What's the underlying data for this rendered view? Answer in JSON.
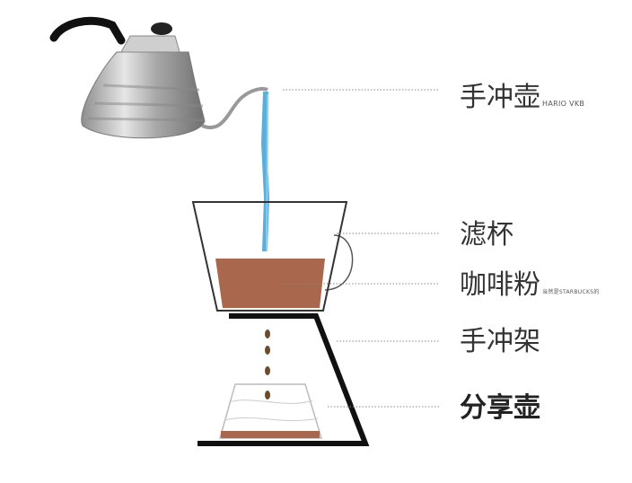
{
  "labels": {
    "kettle": {
      "text": "手冲壶",
      "note": "HARIO VKB"
    },
    "dripper": {
      "text": "滤杯"
    },
    "coffee_grounds": {
      "text": "咖啡粉",
      "note": "当然是STARBUCKS的"
    },
    "stand": {
      "text": "手冲架"
    },
    "server": {
      "text": "分享壶"
    }
  },
  "colors": {
    "water": "#5aaedb",
    "coffee": "#a9684e",
    "stand": "#111111",
    "kettle": "#b9b9b9"
  }
}
